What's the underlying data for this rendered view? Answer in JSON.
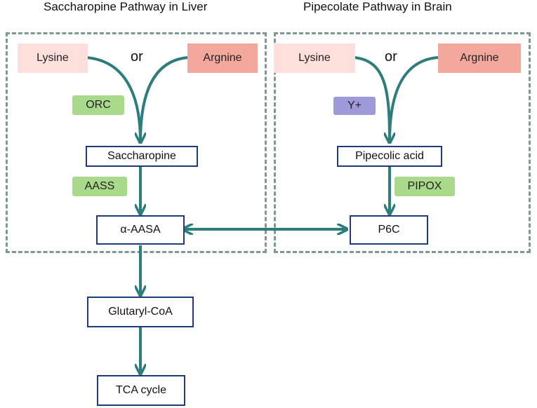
{
  "titles": {
    "left": "Saccharopine Pathway in Liver",
    "right": "Pipecolate Pathway in Brain"
  },
  "liver": {
    "lysine": "Lysine",
    "or": "or",
    "argnine": "Argnine",
    "enzyme1": "ORC",
    "saccharopine": "Saccharopine",
    "enzyme2": "AASS",
    "aasa": "α-AASA"
  },
  "brain": {
    "lysine": "Lysine",
    "or": "or",
    "argnine": "Argnine",
    "enzyme1": "Y+",
    "pipecolic": "Pipecolic acid",
    "enzyme2": "PIPOX",
    "p6c": "P6C"
  },
  "downstream": {
    "glutaryl": "Glutaryl-CoA",
    "tca": "TCA cycle"
  },
  "colors": {
    "arrow": "#2e7d7d",
    "node_border": "#1f3b7a",
    "dash_border": "#7f9797",
    "lysine_bg": "#fde0dc",
    "argnine_bg": "#f4a79d",
    "enzyme_green": "#a9d98a",
    "enzyme_purple": "#9e99d8"
  }
}
